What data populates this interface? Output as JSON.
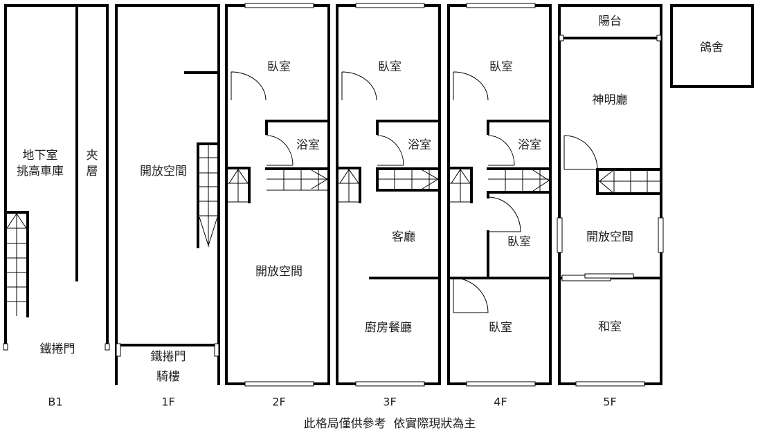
{
  "floors": {
    "b1": {
      "label": "B1",
      "rooms": [
        "地下室",
        "挑高車庫",
        "夾",
        "層",
        "鐵捲門"
      ]
    },
    "f1": {
      "label": "1F",
      "rooms": [
        "開放空間",
        "鐵捲門",
        "騎樓"
      ]
    },
    "f2": {
      "label": "2F",
      "rooms": [
        "臥室",
        "浴室",
        "開放空間"
      ]
    },
    "f3": {
      "label": "3F",
      "rooms": [
        "臥室",
        "浴室",
        "客廳",
        "廚房餐廳"
      ]
    },
    "f4": {
      "label": "4F",
      "rooms": [
        "臥室",
        "浴室",
        "臥室",
        "臥室"
      ]
    },
    "f5": {
      "label": "5F",
      "rooms": [
        "陽台",
        "神明廳",
        "開放空間",
        "和室"
      ]
    },
    "roof": {
      "rooms": [
        "鴿舍"
      ]
    }
  },
  "footnote": "此格局僅供參考  依實際現狀為主"
}
